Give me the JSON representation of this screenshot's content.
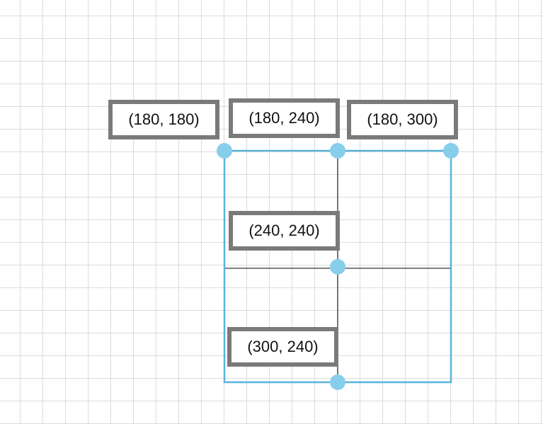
{
  "colors": {
    "grid": "#dcdcdc",
    "outline": "#5ab4dc",
    "handle": "#87ceeb",
    "inner_line": "#000000",
    "label_border": "#7a7a7a"
  },
  "labels": [
    "(180, 180)",
    "(180, 240)",
    "(180, 300)",
    "(240, 240)",
    "(300, 240)"
  ]
}
